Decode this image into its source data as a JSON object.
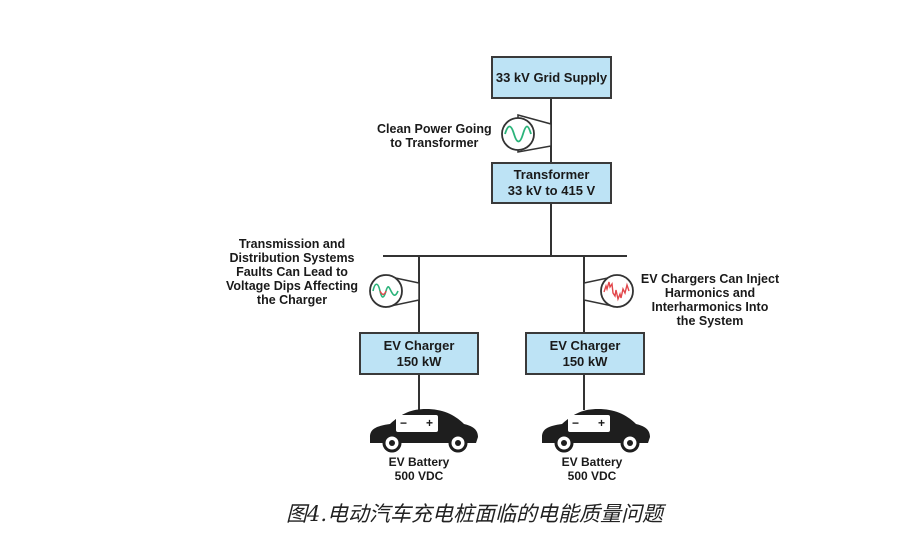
{
  "grid_supply": "33 kV Grid Supply",
  "clean_power_label": [
    "Clean Power Going",
    "to Transformer"
  ],
  "transformer": [
    "Transformer",
    "33 kV to 415 V"
  ],
  "fault_label": [
    "Transmission and",
    "Distribution Systems",
    "Faults Can Lead to",
    "Voltage Dips Affecting",
    "the Charger"
  ],
  "harmonics_label": [
    "EV Chargers Can Inject",
    "Harmonics and",
    "Interharmonics Into",
    "the System"
  ],
  "chargers": [
    {
      "line1": "EV Charger",
      "line2": "150 kW"
    },
    {
      "line1": "EV Charger",
      "line2": "150 kW"
    }
  ],
  "batteries": [
    {
      "line1": "EV Battery",
      "line2": "500 VDC",
      "minus": "−",
      "plus": "+"
    },
    {
      "line1": "EV Battery",
      "line2": "500 VDC",
      "minus": "−",
      "plus": "+"
    }
  ],
  "caption": "图4.电动汽车充电桩面临的电能质量问题",
  "colors": {
    "box_fill": "#bde3f5",
    "clean_wave": "#2bb37a",
    "fault_wave": "#2bb37a",
    "fault_dip": "#e2474b",
    "harmonic_wave": "#e2474b"
  }
}
